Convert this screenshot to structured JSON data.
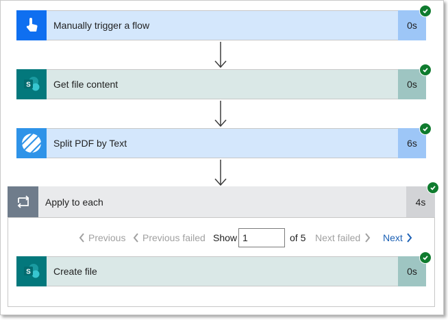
{
  "steps": [
    {
      "label": "Manually trigger a flow",
      "duration": "0s",
      "icon": "touch-icon",
      "icon_bg": "#0f6ff0",
      "row_bg": "#d4e7fc",
      "dur_bg": "#9dc6f7",
      "status": "succeeded"
    },
    {
      "label": "Get file content",
      "duration": "0s",
      "icon": "sharepoint-icon",
      "icon_bg": "#03787c",
      "row_bg": "#dae8e7",
      "dur_bg": "#9ec5c2",
      "status": "succeeded"
    },
    {
      "label": "Split PDF by Text",
      "duration": "6s",
      "icon": "striped-logo-icon",
      "icon_bg": "#2e93e8",
      "row_bg": "#d4e7fc",
      "dur_bg": "#9dc6f7",
      "status": "succeeded"
    }
  ],
  "loop": {
    "label": "Apply to each",
    "duration": "4s",
    "icon": "loop-icon",
    "status": "succeeded",
    "pager": {
      "previous": "Previous",
      "previous_failed": "Previous failed",
      "show": "Show",
      "current": "1",
      "of": "of 5",
      "next_failed": "Next failed",
      "next": "Next"
    },
    "inner_step": {
      "label": "Create file",
      "duration": "0s",
      "icon": "sharepoint-icon",
      "status": "succeeded"
    }
  },
  "colors": {
    "success": "#0f7b2e",
    "link": "#1a5fb4",
    "disabled": "#a0a0a0"
  }
}
